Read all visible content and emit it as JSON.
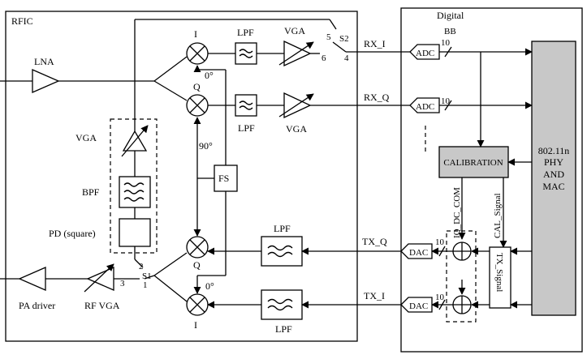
{
  "blocks": {
    "rfic": "RFIC",
    "digital": "Digital",
    "lna": "LNA",
    "vga_rx": "VGA",
    "vga_fb": "VGA",
    "bpf": "BPF",
    "pd": "PD (square)",
    "fs": "FS",
    "pa_driver": "PA driver",
    "rf_vga": "RF VGA",
    "calibration": "CALIBRATION",
    "phy_mac_1": "802.11n",
    "phy_mac_2": "PHY",
    "phy_mac_3": "AND",
    "phy_mac_4": "MAC",
    "adc": "ADC",
    "dac": "DAC",
    "lpf": "LPF",
    "tx_signal": "TX_Signal"
  },
  "signals": {
    "rx_i": "RX_I",
    "rx_q": "RX_Q",
    "tx_q": "TX_Q",
    "tx_i": "TX_I",
    "bb": "BB",
    "iq_dc_com": "IQ_DC_COM",
    "cal_signal": "CAL_Signal",
    "bits": "10"
  },
  "mixer_labels": {
    "i": "I",
    "q": "Q",
    "phase_0": "0°",
    "phase_90": "90°"
  },
  "switches": {
    "s1": "S1",
    "s2": "S2",
    "n1": "1",
    "n2": "2",
    "n3": "3",
    "n4": "4",
    "n5": "5",
    "n6": "6"
  }
}
